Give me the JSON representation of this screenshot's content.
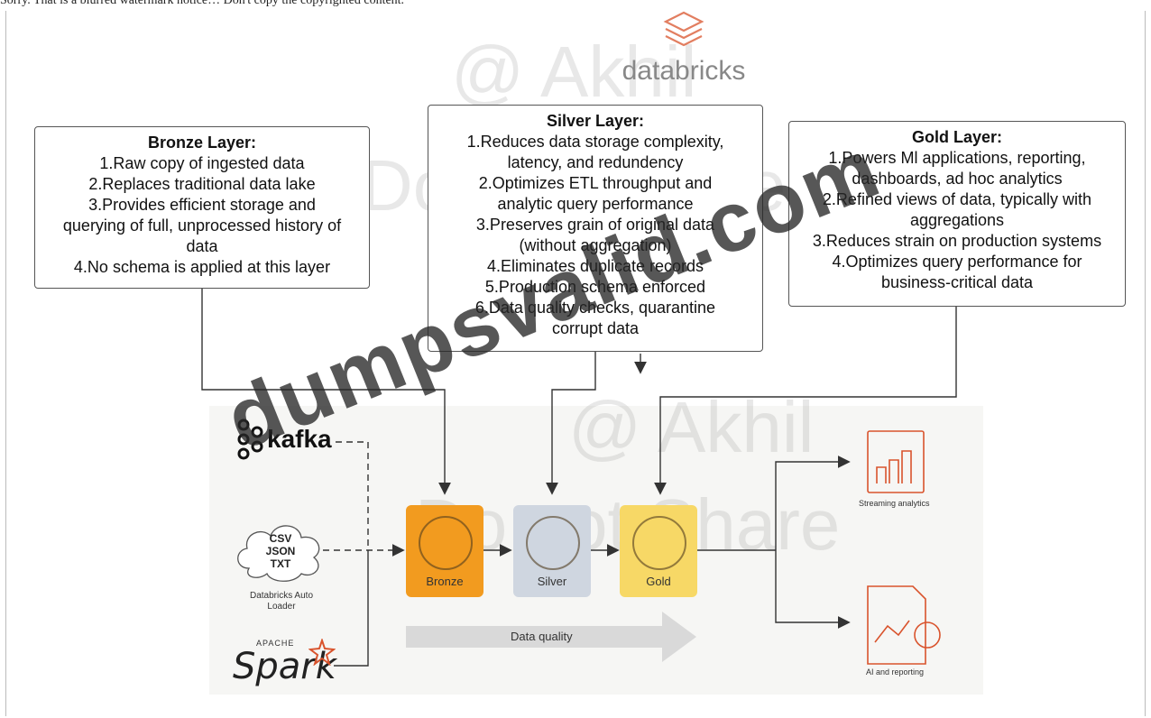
{
  "top_note": "Sorry. That is a blurred watermark notice… Don't copy the copyrighted content.",
  "brand": {
    "logo_text": "databricks"
  },
  "watermarks": {
    "akhil": "@ Akhil",
    "donot": "Do not Share",
    "akhil2": "@ Akhil",
    "donot2": "Do not Share",
    "site": "dumpsvalid.com"
  },
  "boxes": {
    "bronze": {
      "title": "Bronze Layer:",
      "lines": [
        "1.Raw copy of ingested data",
        "2.Replaces traditional data lake",
        "3.Provides efficient storage and",
        "querying of full, unprocessed history of",
        "data",
        "4.No schema is applied at this layer"
      ]
    },
    "silver": {
      "title": "Silver Layer:",
      "lines": [
        "1.Reduces data storage complexity,",
        "latency, and redundency",
        "2.Optimizes ETL throughput and",
        "analytic query performance",
        "3.Preserves grain of original data",
        "(without aggregation)",
        "4.Eliminates duplicate records",
        "5.Production schema enforced",
        "6.Data quality checks, quarantine",
        "corrupt data"
      ]
    },
    "gold": {
      "title": "Gold Layer:",
      "lines": [
        "1.Powers Ml applications, reporting,",
        "dashboards, ad hoc analytics",
        "2.Refined views of data, typically with",
        "aggregations",
        "3.Reduces strain on production systems",
        "4.Optimizes query performance for",
        "business-critical data"
      ]
    }
  },
  "sources": {
    "kafka": "kafka",
    "cloud": [
      "CSV",
      "JSON",
      "TXT"
    ],
    "autoloader": "Databricks Auto Loader",
    "spark_apache": "APACHE",
    "spark": "Spark"
  },
  "stages": {
    "bronze": "Bronze",
    "silver": "Silver",
    "gold": "Gold"
  },
  "data_quality": "Data quality",
  "outputs": {
    "streaming": "Streaming analytics",
    "ai": "AI and reporting"
  },
  "colors": {
    "bronze": "#f29b1f",
    "silver": "#cfd6e0",
    "gold": "#f7d866",
    "output_icons": "#d9532c",
    "arrow": "#333333"
  }
}
